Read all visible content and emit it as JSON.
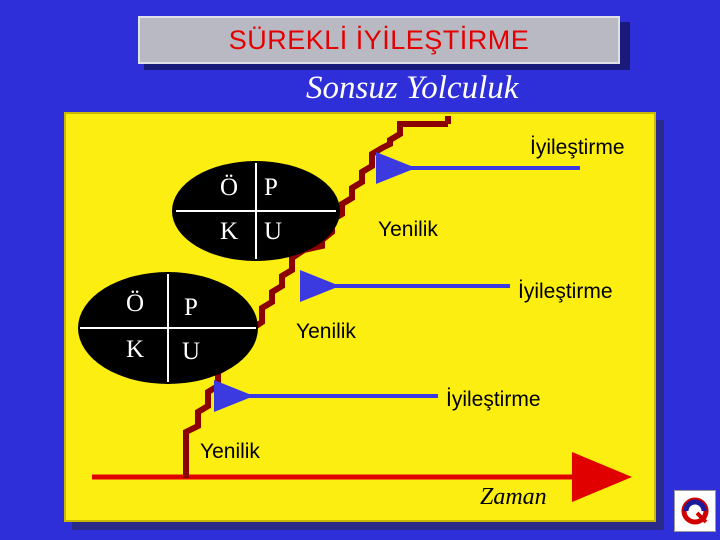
{
  "title": "SÜREKLİ İYİLEŞTİRME",
  "subtitle": "Sonsuz Yolculuk",
  "labels": {
    "iyilestirme_top": "İyileştirme",
    "yenilik_upper": "Yenilik",
    "iyilestirme_mid": "İyileştirme",
    "yenilik_mid": "Yenilik",
    "iyilestirme_low": "İyileştirme",
    "yenilik_low": "Yenilik",
    "time_axis": "Zaman"
  },
  "pdca_upper": [
    "Ö",
    "P",
    "K",
    "U"
  ],
  "pdca_lower": [
    "Ö",
    "P",
    "K",
    "U"
  ],
  "colors": {
    "background": "#2f2fd9",
    "panel": "#fdee12",
    "title_text": "#e40000",
    "arrows": "#3a3ae0",
    "time_axis": "#e00000",
    "staircase": "#8b0000",
    "ellipse": "#000000"
  },
  "icons": {
    "logo": "q-logo-icon"
  }
}
